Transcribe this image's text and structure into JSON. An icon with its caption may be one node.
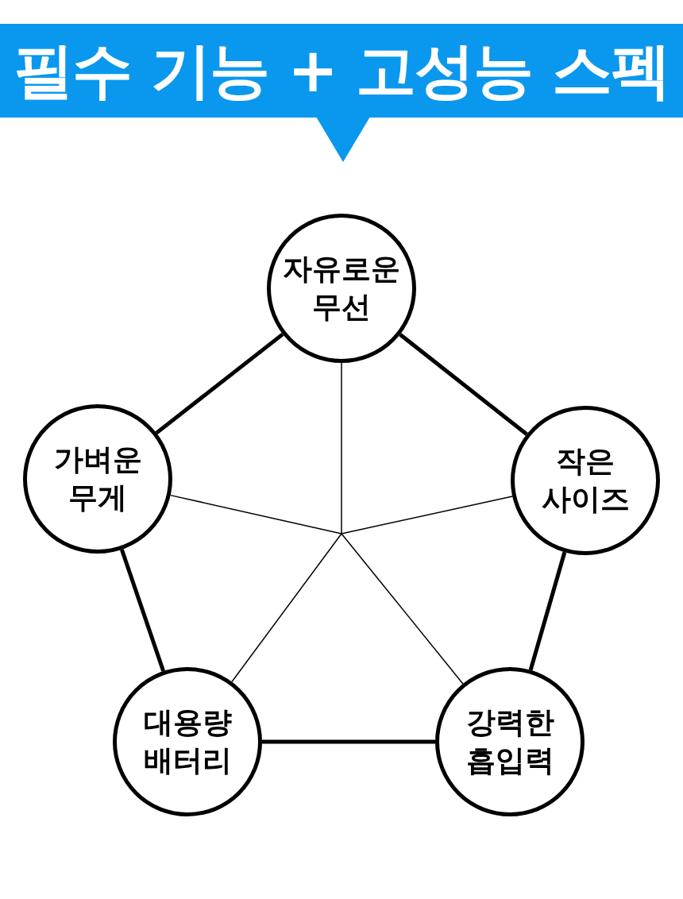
{
  "diagram": {
    "title": "필수 기능 + 고성능 스펙",
    "nodes": [
      {
        "text": [
          "자유로운 무선"
        ]
      },
      {
        "text": [
          "가벼운 무게"
        ]
      },
      {
        "text": [
          "작은 사이즈"
        ]
      },
      {
        "text": [
          "대용량 배터리"
        ]
      },
      {
        "text": [
          "강력한 흡입력"
        ]
      }
    ],
    "edges": [
      {
        "from": 0,
        "to": 1,
        "arrow": "none",
        "style": "thick"
      },
      {
        "from": 0,
        "to": 2,
        "arrow": "none",
        "style": "thick"
      },
      {
        "from": 2,
        "to": 4,
        "arrow": "none",
        "style": "thick"
      },
      {
        "from": 4,
        "to": 3,
        "arrow": "none",
        "style": "thick"
      },
      {
        "from": 3,
        "to": 1,
        "arrow": "none",
        "style": "thick"
      },
      {
        "from": 0,
        "to": null,
        "arrow": "none"
      },
      {
        "from": 1,
        "to": null,
        "arrow": "none"
      },
      {
        "from": 2,
        "to": null,
        "arrow": "none"
      },
      {
        "from": 3,
        "to": null,
        "arrow": "none"
      },
      {
        "from": 4,
        "to": null,
        "arrow": "none"
      }
    ]
  }
}
